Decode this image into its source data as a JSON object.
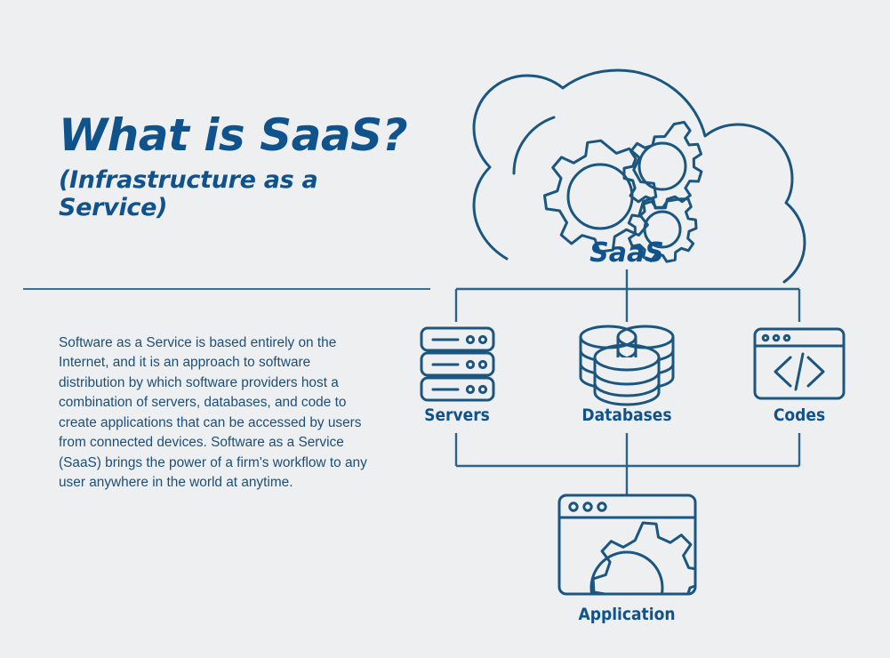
{
  "theme": {
    "background": "#edeff0",
    "primary_blue": "#10538c",
    "stroke_blue": "#1a5680",
    "connector_blue": "#2c6389",
    "body_text_blue": "#1d4f78",
    "divider_blue": "#3c6f96"
  },
  "heading": {
    "title": "What is SaaS?",
    "subtitle": "(Infrastructure as a Service)"
  },
  "body": {
    "paragraph": "Software as a Service is based entirely on the Internet, and it is an approach to software distribution by which software providers host a combination of servers, databases, and code to create applications that can be accessed by users from connected devices. Software as a Service (SaaS) brings the power of a firm's workflow to any user anywhere in the world at anytime."
  },
  "diagram": {
    "cloud": {
      "label": "SaaS",
      "icon": "cloud-gears-icon",
      "gears": [
        {
          "name": "gear-large",
          "teeth": 10
        },
        {
          "name": "gear-medium",
          "teeth": 12
        },
        {
          "name": "gear-small",
          "teeth": 11
        }
      ]
    },
    "nodes": [
      {
        "id": "servers",
        "label": "Servers",
        "icon": "servers-icon"
      },
      {
        "id": "databases",
        "label": "Databases",
        "icon": "databases-icon"
      },
      {
        "id": "codes",
        "label": "Codes",
        "icon": "code-window-icon"
      }
    ],
    "result": {
      "id": "application",
      "label": "Application",
      "icon": "application-window-gear-icon"
    }
  }
}
